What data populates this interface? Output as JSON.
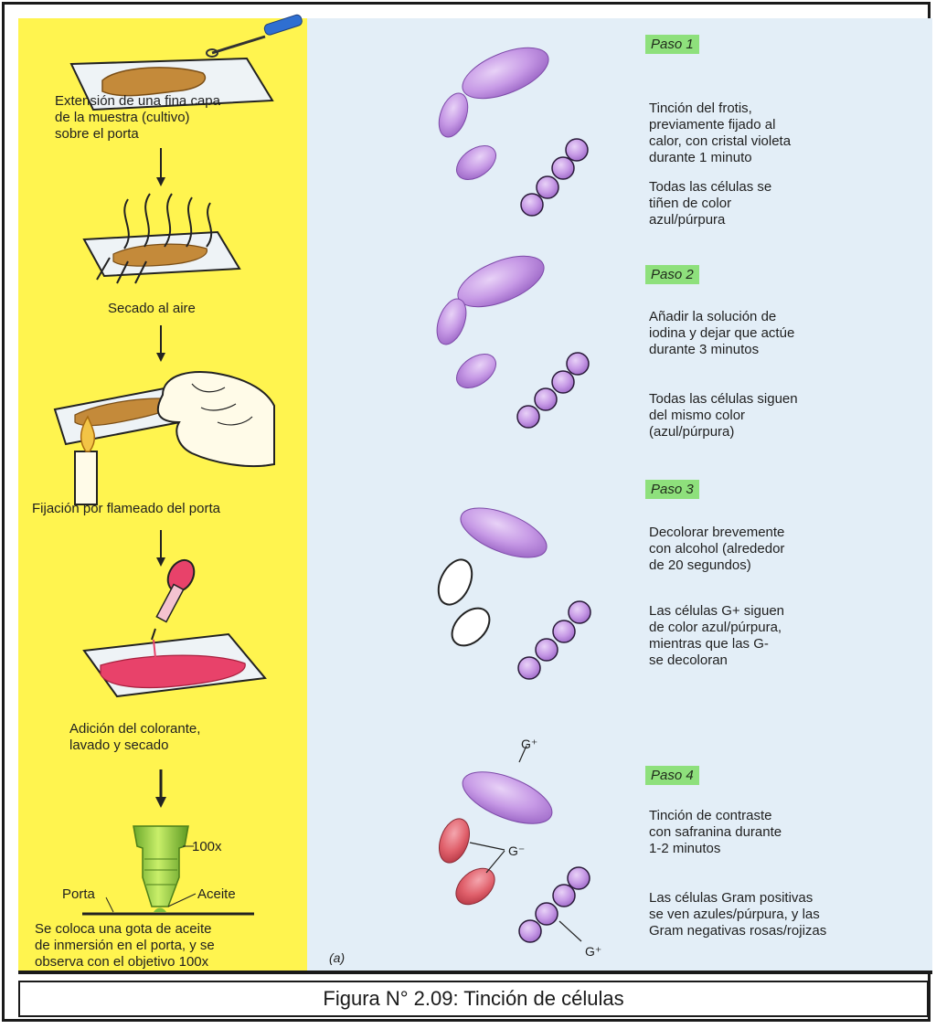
{
  "left_steps": [
    "Extensión de una fina capa",
    "de la muestra (cultivo)",
    "sobre el porta",
    "Secado al aire",
    "Fijación por flameado del porta",
    "Adición del colorante,",
    "lavado y secado",
    "Se coloca una gota de aceite",
    "de inmersión en el porta, y se",
    "observa con el objetivo 100x"
  ],
  "microscope_labels": {
    "magnification": "100x",
    "porta": "Porta",
    "aceite": "Aceite"
  },
  "steps": [
    {
      "label": "Paso 1",
      "lines1": [
        "Tinción del frotis,",
        "previamente fijado al",
        "calor, con cristal violeta",
        "durante 1 minuto"
      ],
      "lines2": [
        "Todas las células se",
        "tiñen de color",
        "azul/púrpura"
      ]
    },
    {
      "label": "Paso 2",
      "lines1": [
        "Añadir la solución de",
        "iodina y dejar que actúe",
        "durante 3 minutos"
      ],
      "lines2": [
        "Todas las células siguen",
        "del mismo color",
        "(azul/púrpura)"
      ]
    },
    {
      "label": "Paso 3",
      "lines1": [
        "Decolorar brevemente",
        "con alcohol (alrededor",
        "de 20 segundos)"
      ],
      "lines2": [
        "Las células G+ siguen",
        "de color azul/púrpura,",
        "mientras que las G-",
        "se decoloran"
      ]
    },
    {
      "label": "Paso 4",
      "lines1": [
        "Tinción de contraste",
        "con safranina durante",
        "1-2 minutos"
      ],
      "lines2": [
        "Las células Gram positivas",
        "se ven azules/púrpura, y las",
        "Gram negativas rosas/rojizas"
      ]
    }
  ],
  "gram_labels": {
    "gplus_top": "G⁺",
    "gminus": "G⁻",
    "gplus_bottom": "G⁺",
    "panel": "(a)"
  },
  "caption": "Figura N° 2.09: Tinción de células",
  "colors": {
    "left_bg": "#fff44f",
    "right_bg": "#e3eef7",
    "paso_bg": "#8ee07c",
    "violet": "#c79ae6",
    "pink": "#e0606b"
  }
}
